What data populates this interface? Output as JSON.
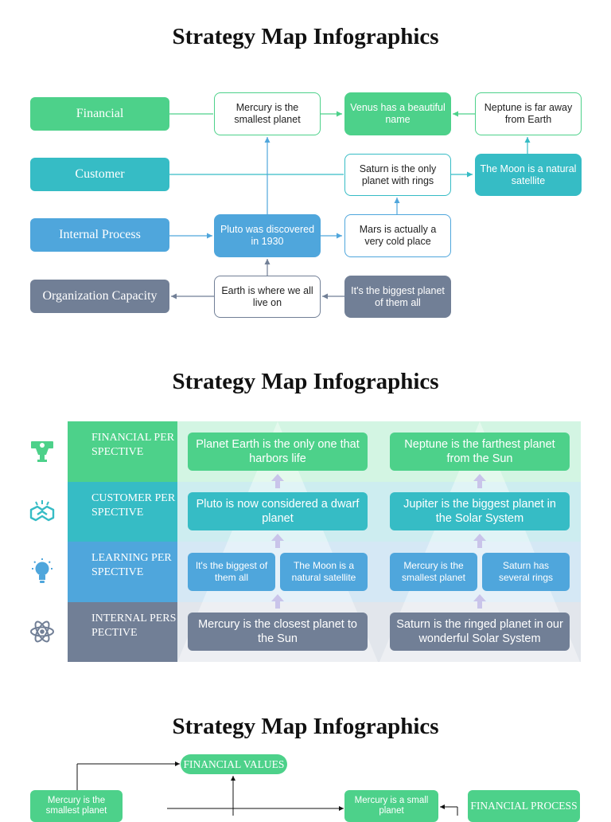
{
  "titles": [
    "Strategy Map Infographics",
    "Strategy Map Infographics",
    "Strategy Map Infographics"
  ],
  "map1": {
    "categories": [
      "Financial",
      "Customer",
      "Internal Process",
      "Organization Capacity"
    ],
    "nodes": {
      "mercury": "Mercury is the smallest planet",
      "venus": "Venus has a beautiful name",
      "neptune": "Neptune is far away from Earth",
      "saturn": "Saturn is the only planet with rings",
      "moon": "The Moon is a natural satellite",
      "pluto": "Pluto was discovered in 1930",
      "mars": "Mars is actually a very cold place",
      "earth": "Earth is where we all live on",
      "biggest": "It's the biggest planet of them all"
    }
  },
  "map2": {
    "rows": [
      {
        "label": "FINANCIAL PERSPECTIVE",
        "icon": "trophy-icon",
        "left": "Planet Earth is the only one that harbors life",
        "right": "Neptune is the farthest planet from the Sun"
      },
      {
        "label": "CUSTOMER PERSPECTIVE",
        "icon": "handshake-icon",
        "left": "Pluto is now considered a dwarf planet",
        "right": "Jupiter is the biggest planet in the Solar System"
      },
      {
        "label": "LEARNING PERSPECTIVE",
        "icon": "lightbulb-icon",
        "left_a": "It's the biggest of them all",
        "left_b": "The Moon is a natural satellite",
        "right_a": "Mercury is the smallest planet",
        "right_b": "Saturn has several rings"
      },
      {
        "label": "INTERNAL PERSPECTIVE",
        "icon": "atom-icon",
        "left": "Mercury is the closest planet to the Sun",
        "right": "Saturn is the ringed planet in our wonderful Solar System"
      }
    ]
  },
  "map3": {
    "financial_values": "FINANCIAL VALUES",
    "left_node": "Mercury is the smallest planet",
    "mid_node": "Mercury is a small planet",
    "financial_process": "FINANCIAL PROCESS"
  },
  "colors": {
    "green": "#4dd18a",
    "teal": "#36bcc5",
    "blue": "#4fa6dc",
    "slate": "#717f96"
  }
}
